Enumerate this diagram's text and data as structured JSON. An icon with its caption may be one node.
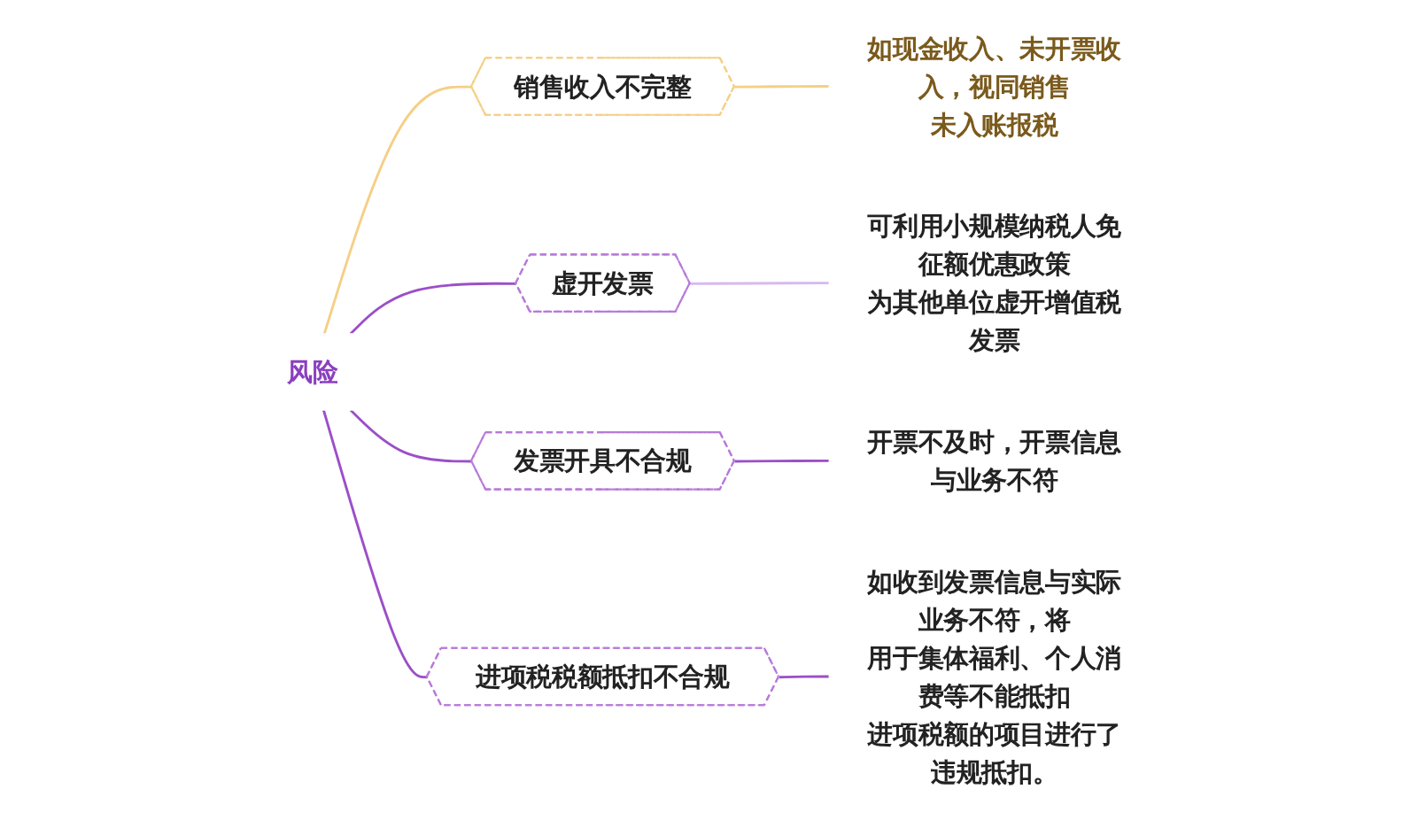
{
  "diagram": {
    "nodes": [
      {
        "text": [
          "风险"
        ]
      },
      {
        "text": [
          "销售收入不完整"
        ]
      },
      {
        "text": [
          "如现金收入、未开票收入，视同销售未入账报税"
        ]
      },
      {
        "text": [
          "虚开发票"
        ]
      },
      {
        "text": [
          "可利用小规模纳税人免征额优惠政策为其他单位虚开增值税发票"
        ]
      },
      {
        "text": [
          "发票开具不合规"
        ]
      },
      {
        "text": [
          "开票不及时，开票信息与业务不符"
        ]
      },
      {
        "text": [
          "进项税税额抵扣不合规"
        ]
      },
      {
        "text": [
          "如收到发票信息与实际业务不符，将用于集体福利、个人消费等不能抵扣进项税额的项目进行了违规抵扣。"
        ]
      }
    ],
    "edges": [
      {
        "from": 0,
        "to": 1,
        "arrow": "none",
        "color": "#f5cf85"
      },
      {
        "from": 1,
        "to": 2,
        "arrow": "none",
        "color": "#f5cf85"
      },
      {
        "from": 0,
        "to": 3,
        "arrow": "none"
      },
      {
        "from": 3,
        "to": 4,
        "arrow": "none",
        "color": "#d8b8ef"
      },
      {
        "from": 0,
        "to": 5,
        "arrow": "none"
      },
      {
        "from": 5,
        "to": 6,
        "arrow": "none"
      },
      {
        "from": 0,
        "to": 7,
        "arrow": "none"
      },
      {
        "from": 7,
        "to": 8,
        "arrow": "none"
      }
    ]
  }
}
